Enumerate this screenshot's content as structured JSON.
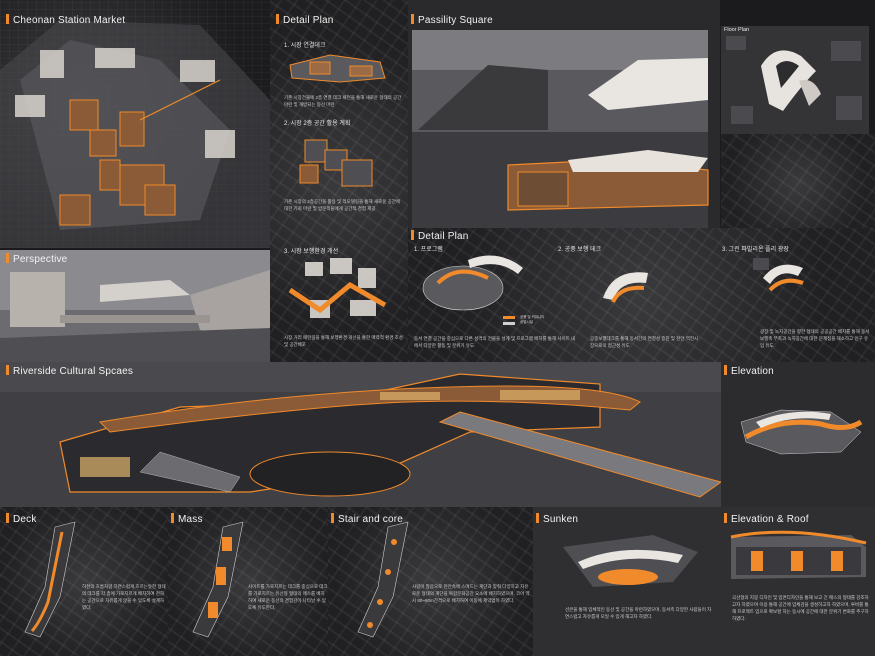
{
  "sections": {
    "market": {
      "title": "Cheonan Station Market"
    },
    "detail_plan_top": {
      "title": "Detail Plan",
      "step1": "1. 시장 연결데크",
      "step1_note": "기존 시장건물에 2층 연결 데크 패턴을 통해 새로운 형태의 공간 마련 및 개방되는 동선 마련",
      "step2": "2. 시장 2층 공간 활용 계획",
      "step2_note": "기존 시장의 2층공간을 활용 및 리모델링을 통해 새로운 공간에 대한 기회 마련 및 방문객들에게 공간적 경험 제공",
      "step3": "3. 시장 보행환경 개선",
      "step3_note": "시장 거리 패턴링을 통해 보행환경 개선을 통한 매력적 환경 조성 및 공간배포"
    },
    "square": {
      "title": "Passility Square",
      "floor_plan": "Floor Plan"
    },
    "perspective": {
      "title": "Perspective"
    },
    "detail_plan_mid": {
      "title": "Detail Plan",
      "step1": "1. 프로그램",
      "step1_note": "동서 연결 공간을 중심으로 다른 성격의 건물을 설계 및 프로그램 배치를 통해 사이트 내에서 다양한 활동 및 분위기 유도.",
      "legend": [
        "공용 및 커뮤니티",
        "상업시설"
      ],
      "step2": "2. 공중 보행 데크",
      "step2_note": "공중보행데크를 통해 동서간의 연결성 증진 및 천안 역전시장으로의 접근성 유도",
      "step3": "3. 그린 파빌리온 플리 광장",
      "step3_note": "광장 및 녹지공간을 향한 형태의 공공공간 배치를 통해 동서 보행축 부족과 녹지공간에 대한 문제점을 해소하고 인구 유입 유도."
    },
    "riverside": {
      "title": "Riverside Cultural Spcaes"
    },
    "elevation": {
      "title": "Elevation"
    },
    "deck": {
      "title": "Deck",
      "note": "하천의 흐름처럼 자연스럽게 흐르는듯한 형태의 데크를 각 층에 가로지르게 배치하여 천하는 공간으로 자유롭게 앉을 수 있도록 설계하였다."
    },
    "mass": {
      "title": "Mass",
      "note": "사이트를 가로지르는 데크를 중심으로 데크를 가로지르는 유선형 형태의 매스를 배치하여 새로운 동선의 경험감이 나타날 수 있도록 유도한다."
    },
    "stair": {
      "title": "Stair and core",
      "note": "사람이 많음으로 천안속에 스며드는 계단과 맞춰 다양하고 자유로운 형태의 계단을 복합문화공간 요소에 배치하였으며, 코어 역시 80~90m간격으로 배치하여 이동에 제약없이 하였다."
    },
    "sunken": {
      "title": "Sunken",
      "note": "선큰을 통해 입체적인 동선 및 공간을 마련하였으며, 동서측 다양한 사람들이 자연스럽고 자유롭게 모일 수 있게 해고자 하였다."
    },
    "elev_roof": {
      "title": "Elevation & Roof",
      "note": "곡선형의 지붕 디자인 및 입면디자인을 통해 보고 긴 매스의 형태를 강조하고자 하였으며 이용 통해 공간에 입체감을 생성하고자 하였으며, 루버를 통해 프로젝트 입으로 확보할 하는 동시에 공간에 대한 분위기 변화를 추구하 하였다."
    }
  },
  "colors": {
    "accent": "#f08a2b",
    "background": "#1b1b1d",
    "panel": "#2c2c2f"
  }
}
